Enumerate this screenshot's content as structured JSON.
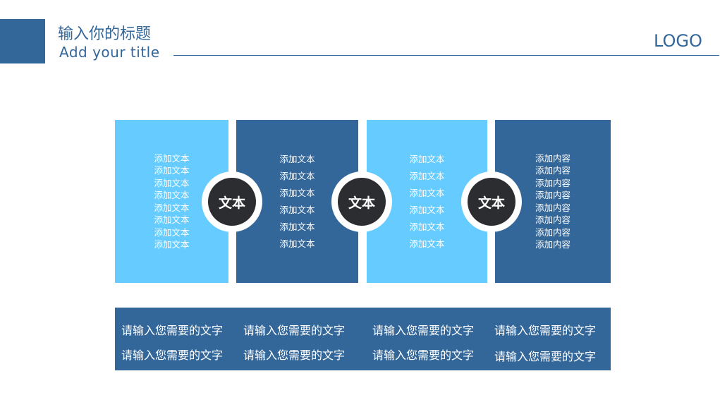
{
  "header": {
    "title_cn": "输入你的标题",
    "title_en": "Add your title",
    "logo": "LOGO"
  },
  "panels": [
    {
      "lines": [
        "添加文本",
        "添加文本",
        "添加文本",
        "添加文本",
        "添加文本",
        "添加文本",
        "添加文本",
        "添加文本"
      ]
    },
    {
      "lines": [
        "添加文本",
        "添加文本",
        "添加文本",
        "添加文本",
        "添加文本",
        "添加文本"
      ]
    },
    {
      "lines": [
        "添加文本",
        "添加文本",
        "添加文本",
        "添加文本",
        "添加文本",
        "添加文本"
      ]
    },
    {
      "lines": [
        "添加内容",
        "添加内容",
        "添加内容",
        "添加内容",
        "添加内容",
        "添加内容",
        "添加内容",
        "添加内容"
      ]
    }
  ],
  "circles": [
    "文本",
    "文本",
    "文本"
  ],
  "bottom": [
    [
      "请输入您需要的文字",
      "请输入您需要的文字"
    ],
    [
      "请输入您需要的文字",
      "请输入您需要的文字"
    ],
    [
      "请输入您需要的文字",
      "请输入您需要的文字"
    ],
    [
      "请输入您需要的文字",
      "请输入您需要的文字"
    ]
  ],
  "colors": {
    "dark": "#336699",
    "light": "#66CCFF",
    "circle": "#2B2D31"
  }
}
